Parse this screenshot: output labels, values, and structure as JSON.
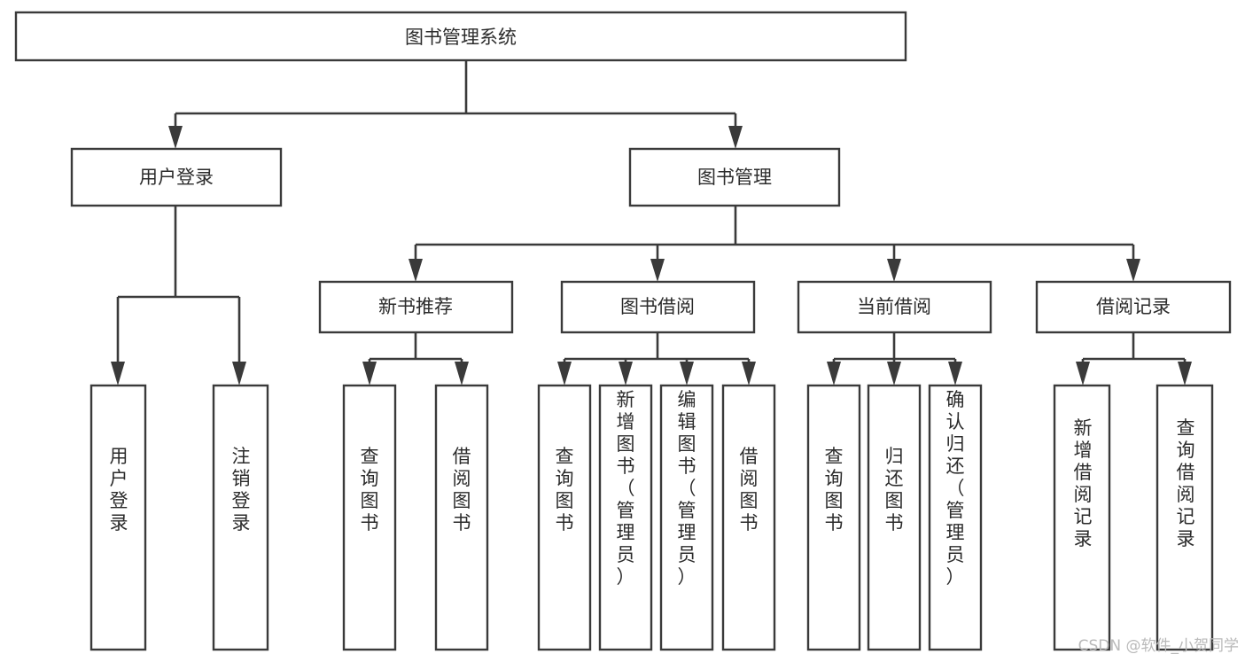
{
  "diagram": {
    "title": "图书管理系统",
    "type": "tree-hierarchy-chart",
    "root": {
      "id": "root",
      "label": "图书管理系统",
      "orientation": "horizontal"
    },
    "level2": [
      {
        "id": "user-login",
        "label": "用户登录",
        "orientation": "horizontal"
      },
      {
        "id": "book-manage",
        "label": "图书管理",
        "orientation": "horizontal"
      }
    ],
    "level3": [
      {
        "id": "new-book-recommend",
        "label": "新书推荐",
        "orientation": "horizontal",
        "parent": "book-manage"
      },
      {
        "id": "book-borrow",
        "label": "图书借阅",
        "orientation": "horizontal",
        "parent": "book-manage"
      },
      {
        "id": "current-borrow",
        "label": "当前借阅",
        "orientation": "horizontal",
        "parent": "book-manage"
      },
      {
        "id": "borrow-record",
        "label": "借阅记录",
        "orientation": "horizontal",
        "parent": "book-manage"
      }
    ],
    "leaves": [
      {
        "id": "leaf-user-login",
        "label": "用户登录",
        "orientation": "vertical",
        "parent": "user-login"
      },
      {
        "id": "leaf-user-logout",
        "label": "注销登录",
        "orientation": "vertical",
        "parent": "user-login"
      },
      {
        "id": "leaf-query-book-1",
        "label": "查询图书",
        "orientation": "vertical",
        "parent": "new-book-recommend"
      },
      {
        "id": "leaf-borrow-book-1",
        "label": "借阅图书",
        "orientation": "vertical",
        "parent": "new-book-recommend"
      },
      {
        "id": "leaf-query-book-2",
        "label": "查询图书",
        "orientation": "vertical",
        "parent": "book-borrow"
      },
      {
        "id": "leaf-add-book",
        "label": "新增图书（管理员）",
        "orientation": "vertical",
        "parent": "book-borrow"
      },
      {
        "id": "leaf-edit-book",
        "label": "编辑图书（管理员）",
        "orientation": "vertical",
        "parent": "book-borrow"
      },
      {
        "id": "leaf-borrow-book-2",
        "label": "借阅图书",
        "orientation": "vertical",
        "parent": "book-borrow"
      },
      {
        "id": "leaf-query-book-3",
        "label": "查询图书",
        "orientation": "vertical",
        "parent": "current-borrow"
      },
      {
        "id": "leaf-return-book",
        "label": "归还图书",
        "orientation": "vertical",
        "parent": "current-borrow"
      },
      {
        "id": "leaf-confirm-return",
        "label": "确认归还（管理员）",
        "orientation": "vertical",
        "parent": "current-borrow"
      },
      {
        "id": "leaf-add-record",
        "label": "新增借阅记录",
        "orientation": "vertical",
        "parent": "borrow-record"
      },
      {
        "id": "leaf-query-record",
        "label": "查询借阅记录",
        "orientation": "vertical",
        "parent": "borrow-record"
      }
    ],
    "colors": {
      "box_stroke": "#3a3a3a",
      "box_fill": "#ffffff",
      "connector": "#3a3a3a",
      "text": "#2b2b2b",
      "background": "#ffffff",
      "watermark": "#b9b9b9"
    }
  },
  "watermark": {
    "text": "CSDN @软件_小贺同学"
  }
}
